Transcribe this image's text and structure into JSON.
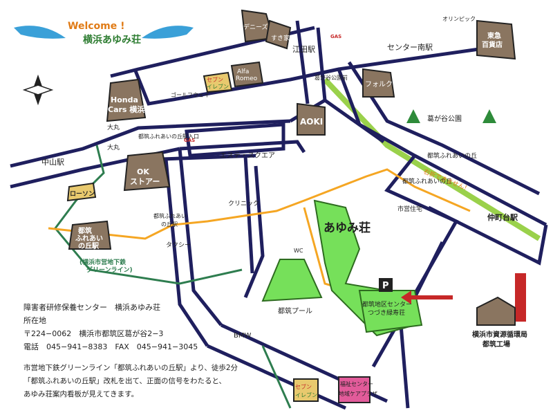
{
  "header": {
    "welcome": "Welcome !",
    "name": "横浜あゆみ荘"
  },
  "stations": {
    "nakayama": "中山駅",
    "eda": "江田駅",
    "center_minami": "センター南駅",
    "nakamachidai": "仲町台駅",
    "tsuzuki_fureai_l1": "都筑",
    "tsuzuki_fureai_l2": "ふれあい",
    "tsuzuki_fureai_l3": "の丘駅"
  },
  "subway_line": {
    "line1": "(横浜市営地下鉄",
    "line2": "グリーンライン)"
  },
  "landmarks": {
    "dennys": "デニーズ",
    "olympic": "オリンピック",
    "tokyu_l1": "東急",
    "tokyu_l2": "百貨店",
    "sukiya": "すき家",
    "alfa_l1": "Alfa",
    "alfa_l2": "Romeo",
    "seven_top_l1": "セブン",
    "seven_top_l2": "イレブン",
    "golf": "ゴールフウェイ",
    "honda_l1": "Honda",
    "honda_l2": "Cars 横浜",
    "aoki": "AOKI",
    "forks": "フォルクス",
    "park": "葛が谷公園",
    "esta": "エステ・スクエア",
    "ok_l1": "OK",
    "ok_l2": "ストアー",
    "lawson": "ローソン",
    "clinic": "クリニック",
    "shiei": "市営住宅",
    "bmw": "BMW",
    "pool": "都筑プール",
    "center_l1": "都筑地区センター",
    "center_l2": "つづき緑寿荘",
    "seven_bot_l1": "セブン",
    "seven_bot_l2": "イレブン",
    "welfare_l1": "福祉センター",
    "welfare_l2": "地域ケアプラザ",
    "factory_l1": "横浜市資源循環局",
    "factory_l2": "都筑工場",
    "ayumi": "あゆみ荘",
    "wc": "WC",
    "parking": "P",
    "gas": "GAS",
    "taxi": "タクシー"
  },
  "signals": {
    "kuzugaya_park_mae": "葛が谷公園前",
    "tsuzuki_entrance": "都筑ふれあいの丘駅入口",
    "omaru1": "大丸",
    "omaru2": "大丸",
    "fureai_1": "都筑ふれあいの丘",
    "fureai_2": "都筑ふれあいの丘",
    "fureai_station_l1": "都筑ふれあい",
    "fureai_station_l2": "の丘駅"
  },
  "no_right_turn": "右折できません！",
  "info": {
    "title": "障害者研修保養センター　横浜あゆみ荘",
    "address_label": "所在地",
    "address": "〒224−0062　横浜市都筑区葛が谷2−3",
    "phone": "電話　045−941−8383　FAX　045−941−3045",
    "directions_l1": "市営地下鉄グリーンライン「都筑ふれあいの丘駅」より、徒歩2分",
    "directions_l2": "「都筑ふれあいの丘駅」改札を出て、正面の信号をわたると、",
    "directions_l3": "あゆみ荘案内看板が見えてきます。"
  },
  "colors": {
    "road": "#1f1f5e",
    "green_line": "#2e7d4f",
    "walk": "#f5a623",
    "facility": "#76e05a",
    "accent": "#c62828",
    "building": "#8a7560"
  }
}
